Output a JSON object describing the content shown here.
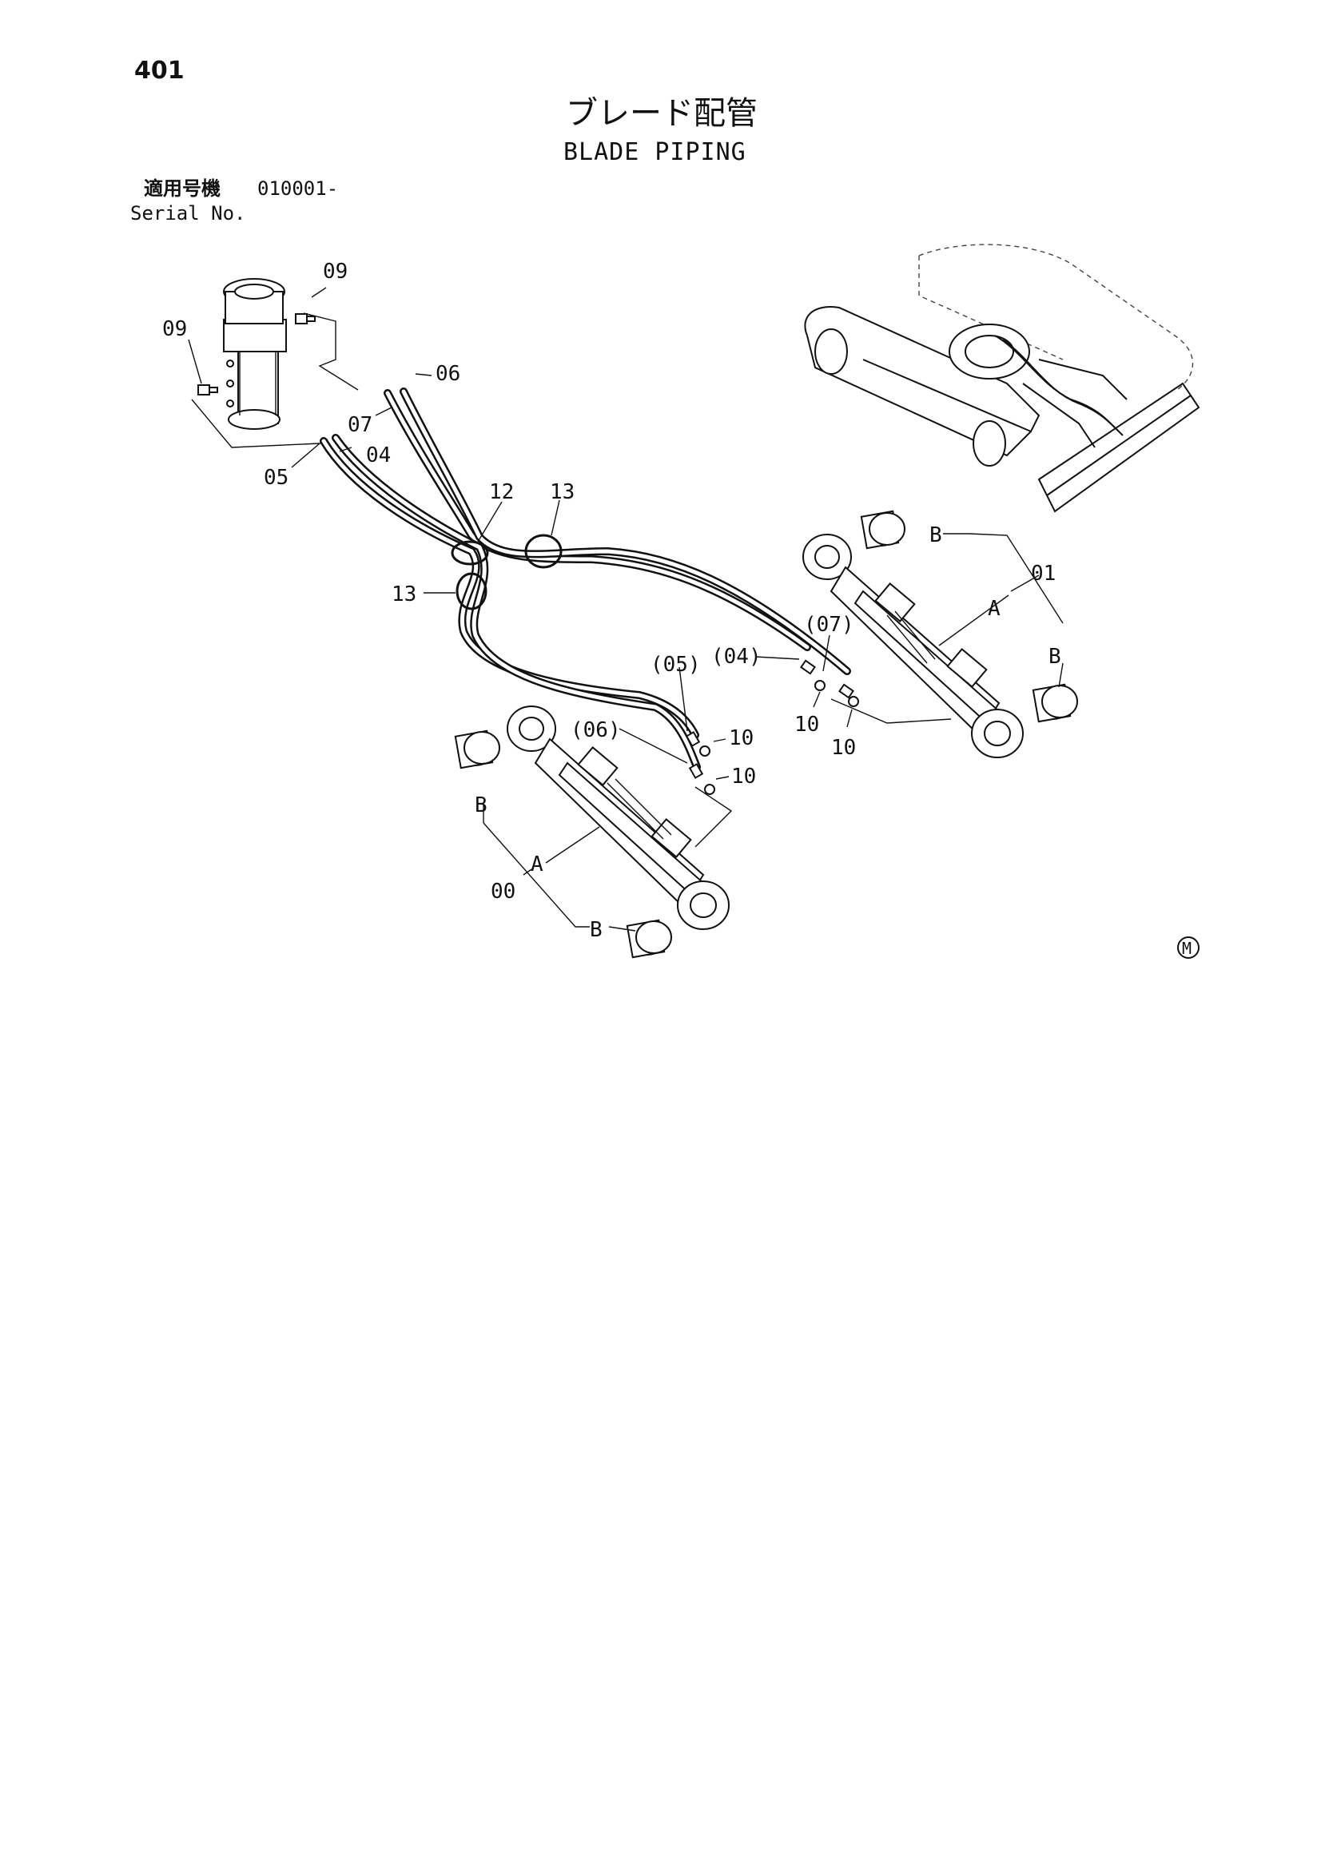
{
  "page": {
    "number": "401",
    "title_jp": "ブレード配管",
    "title_en": "BLADE PIPING",
    "serial_label_jp": "適用号機",
    "serial_number": "010001-",
    "serial_label_en": "Serial No."
  },
  "callouts": {
    "c09_top": "09",
    "c09_left": "09",
    "c06": "06",
    "c07": "07",
    "c04": "04",
    "c05": "05",
    "c12": "12",
    "c13_top": "13",
    "c13_left": "13",
    "c01": "01",
    "cA_right": "A",
    "cB_right_top": "B",
    "cB_right_bottom": "B",
    "c07_paren": "(07)",
    "c04_paren": "(04)",
    "c05_paren": "(05)",
    "c06_paren": "(06)",
    "c10_a": "10",
    "c10_b": "10",
    "c10_c": "10",
    "c10_d": "10",
    "cB_left_top": "B",
    "cA_left": "A",
    "c00": "00",
    "cB_left_bottom": "B"
  },
  "mark": "M"
}
